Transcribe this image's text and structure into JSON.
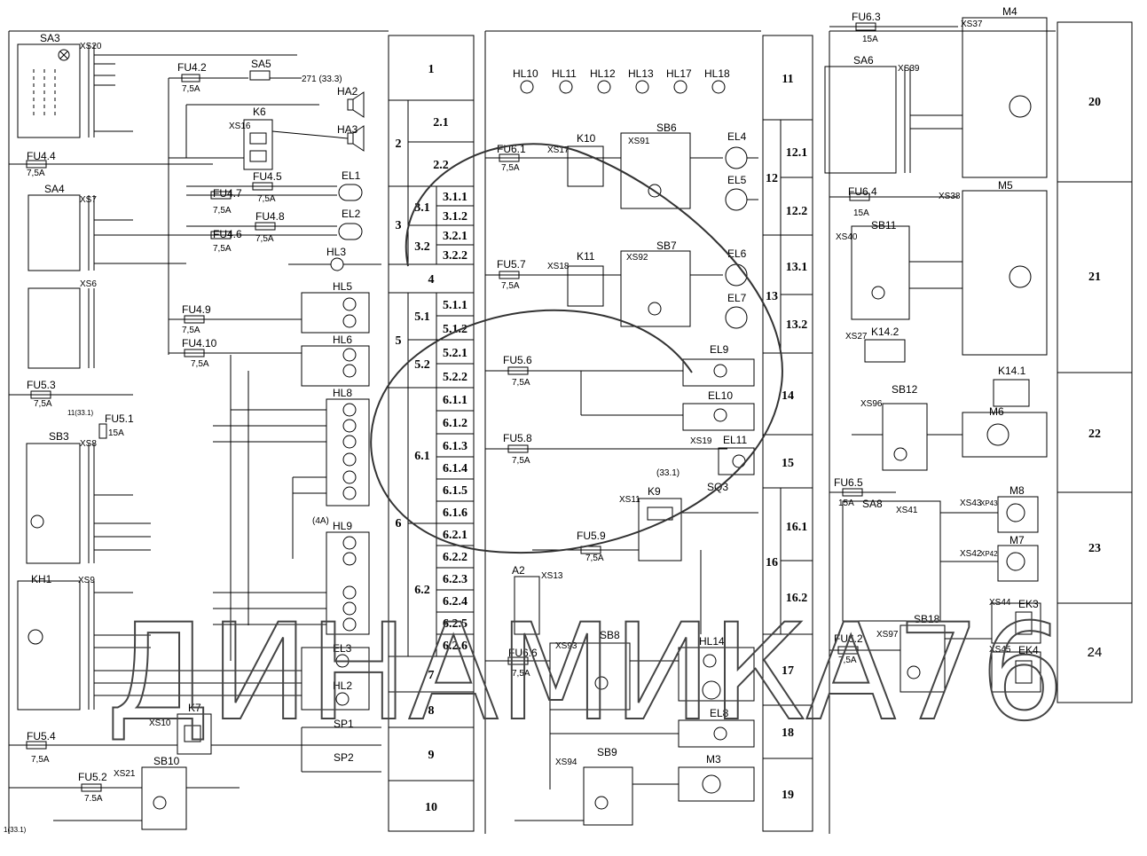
{
  "corner_text": "",
  "watermark": "ДИНАМИКА76",
  "sections_left": [
    {
      "label": "1"
    },
    {
      "label": "2"
    },
    {
      "label": "2.1"
    },
    {
      "label": "2.2"
    },
    {
      "label": "3"
    },
    {
      "label": "3.1"
    },
    {
      "label": "3.1.1"
    },
    {
      "label": "3.1.2"
    },
    {
      "label": "3.2"
    },
    {
      "label": "3.2.1"
    },
    {
      "label": "3.2.2"
    },
    {
      "label": "4"
    },
    {
      "label": "5"
    },
    {
      "label": "5.1"
    },
    {
      "label": "5.1.1"
    },
    {
      "label": "5.1.2"
    },
    {
      "label": "5.2"
    },
    {
      "label": "5.2.1"
    },
    {
      "label": "5.2.2"
    },
    {
      "label": "6"
    },
    {
      "label": "6.1"
    },
    {
      "label": "6.1.1"
    },
    {
      "label": "6.1.2"
    },
    {
      "label": "6.1.3"
    },
    {
      "label": "6.1.4"
    },
    {
      "label": "6.1.5"
    },
    {
      "label": "6.1.6"
    },
    {
      "label": "6.2"
    },
    {
      "label": "6.2.1"
    },
    {
      "label": "6.2.2"
    },
    {
      "label": "6.2.3"
    },
    {
      "label": "6.2.4"
    },
    {
      "label": "6.2.5"
    },
    {
      "label": "6.2.6"
    },
    {
      "label": "7"
    },
    {
      "label": "8"
    },
    {
      "label": "9"
    },
    {
      "label": "10"
    }
  ],
  "sections_mid": [
    {
      "label": "11"
    },
    {
      "label": "12"
    },
    {
      "label": "12.1"
    },
    {
      "label": "12.2"
    },
    {
      "label": "13"
    },
    {
      "label": "13.1"
    },
    {
      "label": "13.2"
    },
    {
      "label": "14"
    },
    {
      "label": "15"
    },
    {
      "label": "16"
    },
    {
      "label": "16.1"
    },
    {
      "label": "16.2"
    },
    {
      "label": "17"
    },
    {
      "label": "18"
    },
    {
      "label": "19"
    }
  ],
  "sections_right": [
    {
      "label": "20"
    },
    {
      "label": "21"
    },
    {
      "label": "22"
    },
    {
      "label": "23"
    },
    {
      "label": "24"
    }
  ],
  "components": {
    "SA3": "SA3",
    "XS20": "XS20",
    "FU4_2": "FU4.2",
    "FU4_2_rating": "7,5A",
    "SA5": "SA5",
    "w271": "271 (33.3)",
    "HA2": "HA2",
    "HA3": "HA3",
    "K6": "K6",
    "XS16": "XS16",
    "FU4_4": "FU4.4",
    "FU4_4_rating": "7,5A",
    "SA4": "SA4",
    "XS7": "XS7",
    "FU4_5": "FU4.5",
    "FU4_5_rating": "7,5A",
    "EL1": "EL1",
    "FU4_7": "FU4.7",
    "FU4_7_rating": "7,5A",
    "FU4_8": "FU4.8",
    "FU4_8_rating": "7,5A",
    "EL2": "EL2",
    "FU4_6": "FU4.6",
    "FU4_6_rating": "7,5A",
    "HL3": "HL3",
    "XS6": "XS6",
    "FU4_9": "FU4.9",
    "FU4_9_rating": "7,5A",
    "HL5": "HL5",
    "FU4_10": "FU4.10",
    "FU4_10_rating": "7,5A",
    "HL6": "HL6",
    "FU5_3": "FU5.3",
    "FU5_3_rating": "7,5A",
    "FU5_1": "FU5.1",
    "FU5_1_rating": "15A",
    "w11": "11(33.1)",
    "SB3": "SB3",
    "XS8": "XS8",
    "HL8": "HL8",
    "HL9": "HL9",
    "w4A": "(4A)",
    "KH1": "KH1",
    "XS9": "XS9",
    "EL3": "EL3",
    "HL2": "HL2",
    "K7": "K7",
    "XS10": "XS10",
    "FU5_4": "FU5.4",
    "FU5_4_rating": "7,5A",
    "SP1": "SP1",
    "SP2": "SP2",
    "FU5_2": "FU5.2",
    "FU5_2_rating": "7.5A",
    "SB10": "SB10",
    "XS21": "XS21",
    "w1_33_1": "1(33.1)",
    "HL10": "HL10",
    "HL11": "HL11",
    "HL12": "HL12",
    "HL13": "HL13",
    "HL17": "HL17",
    "HL18": "HL18",
    "FU6_1": "FU6.1",
    "FU6_1_rating": "7,5A",
    "K10": "K10",
    "XS17": "XS17",
    "XS91": "XS91",
    "SB6": "SB6",
    "EL4": "EL4",
    "EL5": "EL5",
    "FU5_7": "FU5.7",
    "FU5_7_rating": "7,5A",
    "K11": "K11",
    "XS18": "XS18",
    "XS92": "XS92",
    "SB7": "SB7",
    "EL6": "EL6",
    "EL7": "EL7",
    "FU5_6": "FU5.6",
    "FU5_6_rating": "7,5A",
    "EL9": "EL9",
    "EL10": "EL10",
    "FU5_8": "FU5.8",
    "FU5_8_rating": "7,5A",
    "XS19": "XS19",
    "EL11": "EL11",
    "w33_1": "(33.1)",
    "XS11": "XS11",
    "K9": "K9",
    "SQ3": "SQ3",
    "FU5_9": "FU5.9",
    "FU5_9_rating": "7,5A",
    "A2": "A2",
    "XS13": "XS13",
    "FU6_6": "FU6.6",
    "FU6_6_rating": "7,5A",
    "XS93": "XS93",
    "SB8": "SB8",
    "HL14": "HL14",
    "EL8": "EL8",
    "XS94": "XS94",
    "SB9": "SB9",
    "M3": "M3",
    "FU6_3": "FU6.3",
    "FU6_3_rating": "15A",
    "XS37": "XS37",
    "M4": "M4",
    "SA6": "SA6",
    "XS39": "XS39",
    "FU6_4": "FU6.4",
    "FU6_4_rating": "15A",
    "XS38": "XS38",
    "M5": "M5",
    "SB11": "SB11",
    "XS40": "XS40",
    "K14_2": "K14.2",
    "XS27": "XS27",
    "K14_1": "K14.1",
    "SB12": "SB12",
    "XS96": "XS96",
    "M6": "M6",
    "FU6_5": "FU6.5",
    "FU6_5_rating": "15A",
    "SA8": "SA8",
    "XS41": "XS41",
    "XS43": "XS43",
    "XP43": "XP43",
    "M8": "M8",
    "XS42": "XS42",
    "XP42": "XP42",
    "M7": "M7",
    "XS44": "XS44",
    "EK3": "EK3",
    "XS45": "XS45",
    "EK4": "EK4",
    "FU6_2": "FU6.2",
    "FU6_2_rating": "7,5A",
    "SB18": "SB18",
    "XS97": "XS97"
  }
}
